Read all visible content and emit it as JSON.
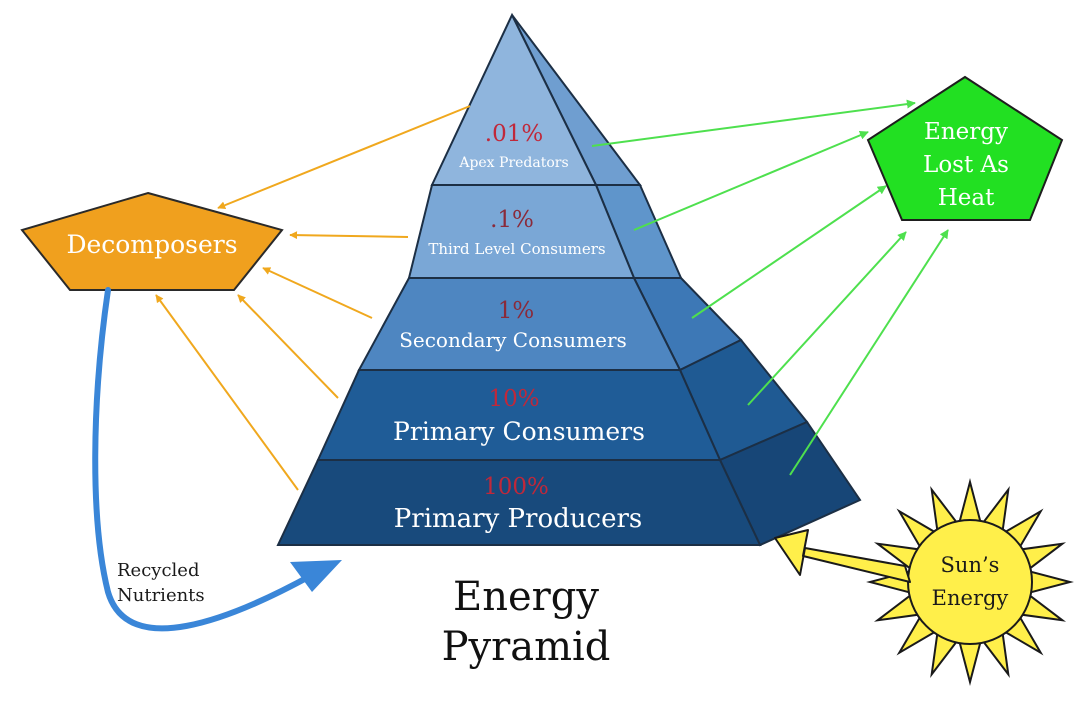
{
  "title": {
    "line1": "Energy",
    "line2": "Pyramid"
  },
  "levels": [
    {
      "percent": ".01%",
      "label": "Apex Predators"
    },
    {
      "percent": ".1%",
      "label": "Third Level Consumers"
    },
    {
      "percent": "1%",
      "label": "Secondary Consumers"
    },
    {
      "percent": "10%",
      "label": "Primary Consumers"
    },
    {
      "percent": "100%",
      "label": "Primary Producers"
    }
  ],
  "decomposers": {
    "label": "Decomposers"
  },
  "heat": {
    "line1": "Energy",
    "line2": "Lost As",
    "line3": "Heat"
  },
  "sun": {
    "line1": "Sun’s",
    "line2": "Energy"
  },
  "recycled": {
    "line1": "Recycled",
    "line2": "Nutrients"
  },
  "colors": {
    "percent_red": "#c0283a",
    "decomposer_fill": "#f0a01e",
    "heat_fill": "#22e022",
    "sun_fill": "#ffef4a",
    "orange_arrow": "#f0a81e",
    "green_arrow": "#4ee04e",
    "blue_arrow": "#3a86d8"
  }
}
